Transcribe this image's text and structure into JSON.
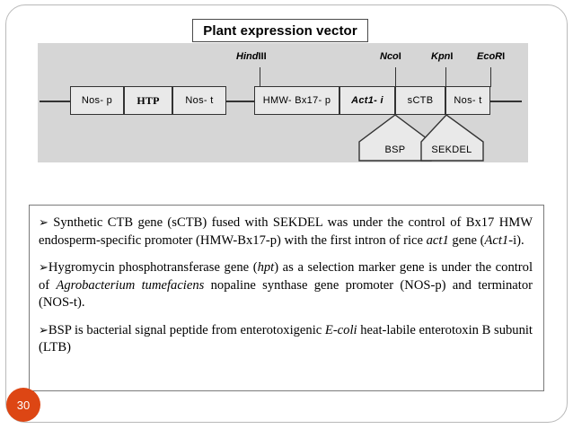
{
  "slide": {
    "title": "Plant expression vector",
    "page_number": "30",
    "accent_color": "#dd4614",
    "panel_color": "#d6d6d6",
    "frame_color": "#b9b9b9"
  },
  "diagram": {
    "type": "gene-construct-map",
    "cassette_1": [
      {
        "label": "Nos- p",
        "style": "plain"
      },
      {
        "label": "HTP",
        "style": "bold"
      },
      {
        "label": "Nos- t",
        "style": "plain"
      }
    ],
    "cassette_2": [
      {
        "label": "HMW- Bx17- p",
        "style": "plain"
      },
      {
        "label": "Act1- i",
        "style": "italic"
      },
      {
        "label": "sCTB",
        "style": "plain"
      },
      {
        "label": "Nos- t",
        "style": "plain"
      }
    ],
    "restriction_sites": [
      {
        "italic_part": "Hind",
        "roman_part": "III"
      },
      {
        "italic_part": "Nco",
        "roman_part": "I"
      },
      {
        "italic_part": "Kpn",
        "roman_part": "I"
      },
      {
        "italic_part": "EcoR",
        "roman_part": "I"
      }
    ],
    "callouts": [
      {
        "label": "BSP"
      },
      {
        "label": "SEKDEL"
      }
    ]
  },
  "body": {
    "paragraphs": [
      {
        "bullet": "➢",
        "runs": [
          {
            "text": " Synthetic CTB gene (sCTB) fused with SEKDEL was under the control of Bx17 HMW endosperm-specific promoter (HMW-Bx17-p) with the first intron of rice ",
            "italic": false
          },
          {
            "text": "act1",
            "italic": true
          },
          {
            "text": " gene (",
            "italic": false
          },
          {
            "text": "Act1",
            "italic": true
          },
          {
            "text": "-i).",
            "italic": false
          }
        ]
      },
      {
        "bullet": "➢",
        "runs": [
          {
            "text": "Hygromycin phosphotransferase gene (",
            "italic": false
          },
          {
            "text": "hpt",
            "italic": true
          },
          {
            "text": ") as a selection marker gene is under the control of ",
            "italic": false
          },
          {
            "text": "Agrobacterium tumefaciens",
            "italic": true
          },
          {
            "text": " nopaline synthase gene promoter (NOS-p) and terminator (NOS-t).",
            "italic": false
          }
        ]
      },
      {
        "bullet": "➢",
        "runs": [
          {
            "text": "BSP is bacterial signal peptide from enterotoxigenic ",
            "italic": false
          },
          {
            "text": "E-coli",
            "italic": true
          },
          {
            "text": " heat-labile enterotoxin B subunit (LTB)",
            "italic": false
          }
        ]
      }
    ]
  }
}
